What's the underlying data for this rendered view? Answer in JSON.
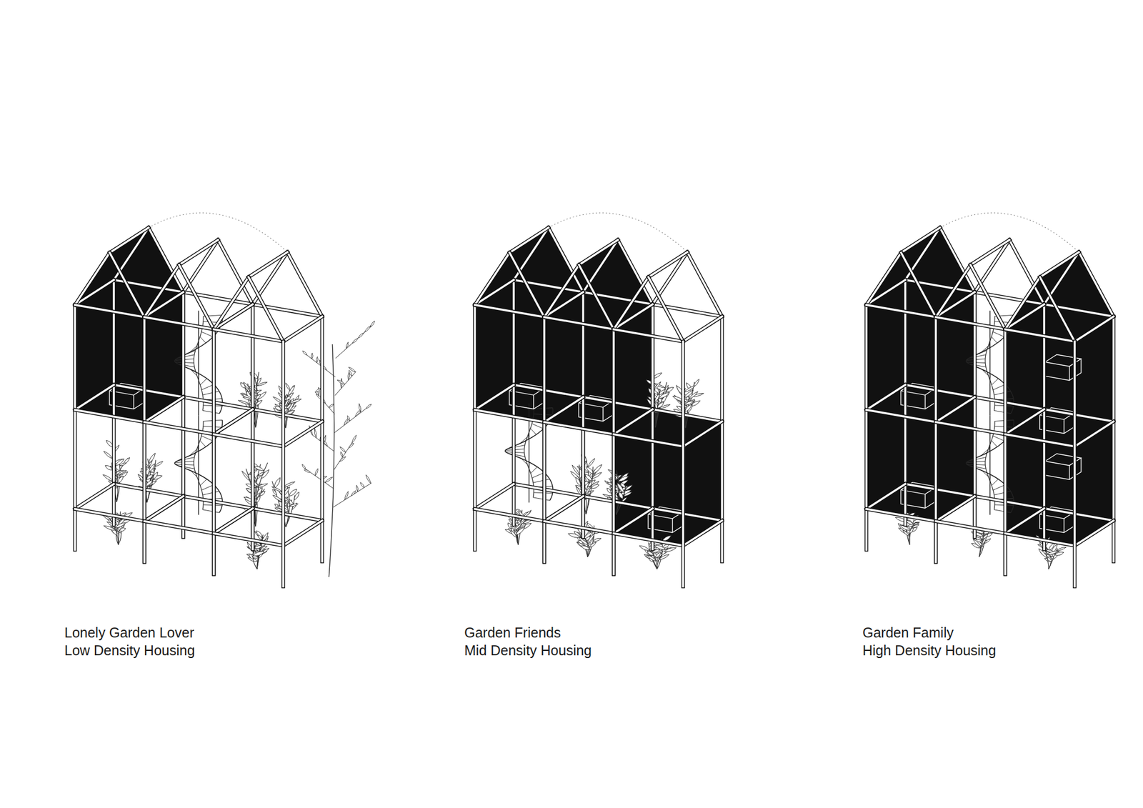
{
  "diagram": {
    "labels": [
      "Lonely Garden Lover",
      "Low Density Housing",
      "Garden Friends",
      "Mid Density Housing",
      "Garden Family",
      "High Density Housing"
    ]
  }
}
